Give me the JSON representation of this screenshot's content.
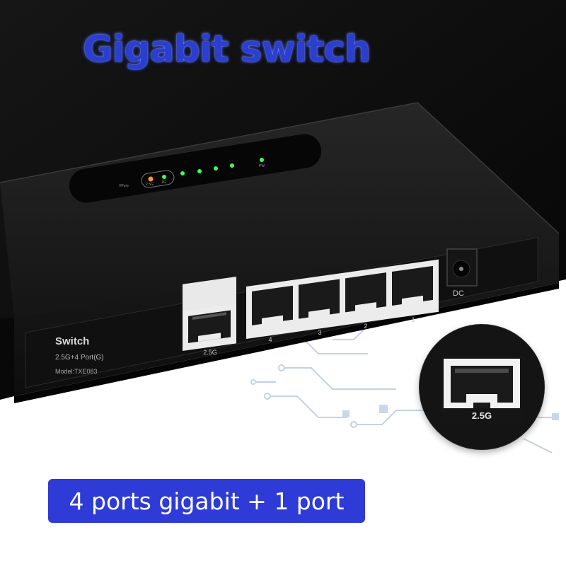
{
  "headline": "Gigabit switch",
  "banner": "4 ports gigabit + 1 port",
  "device": {
    "name": "Switch",
    "spec": "2.5G+4 Port(G)",
    "model": "Model:TXE083",
    "dc_label": "DC",
    "ports": [
      {
        "label": "2.5G"
      },
      {
        "label": "4"
      },
      {
        "label": "3"
      },
      {
        "label": "2"
      },
      {
        "label": "1"
      }
    ],
    "leds": {
      "vlan": "VPure",
      "g25": "2.5G",
      "g1": "1G",
      "pwr": "PW"
    }
  },
  "zoom": {
    "label": "2.5G"
  },
  "colors": {
    "headline": "#2a3fd0",
    "banner": "#2e3bd6",
    "led_green": "#3cff5a",
    "led_orange": "#ff9a2a",
    "circuit": "#b9cbe0"
  }
}
